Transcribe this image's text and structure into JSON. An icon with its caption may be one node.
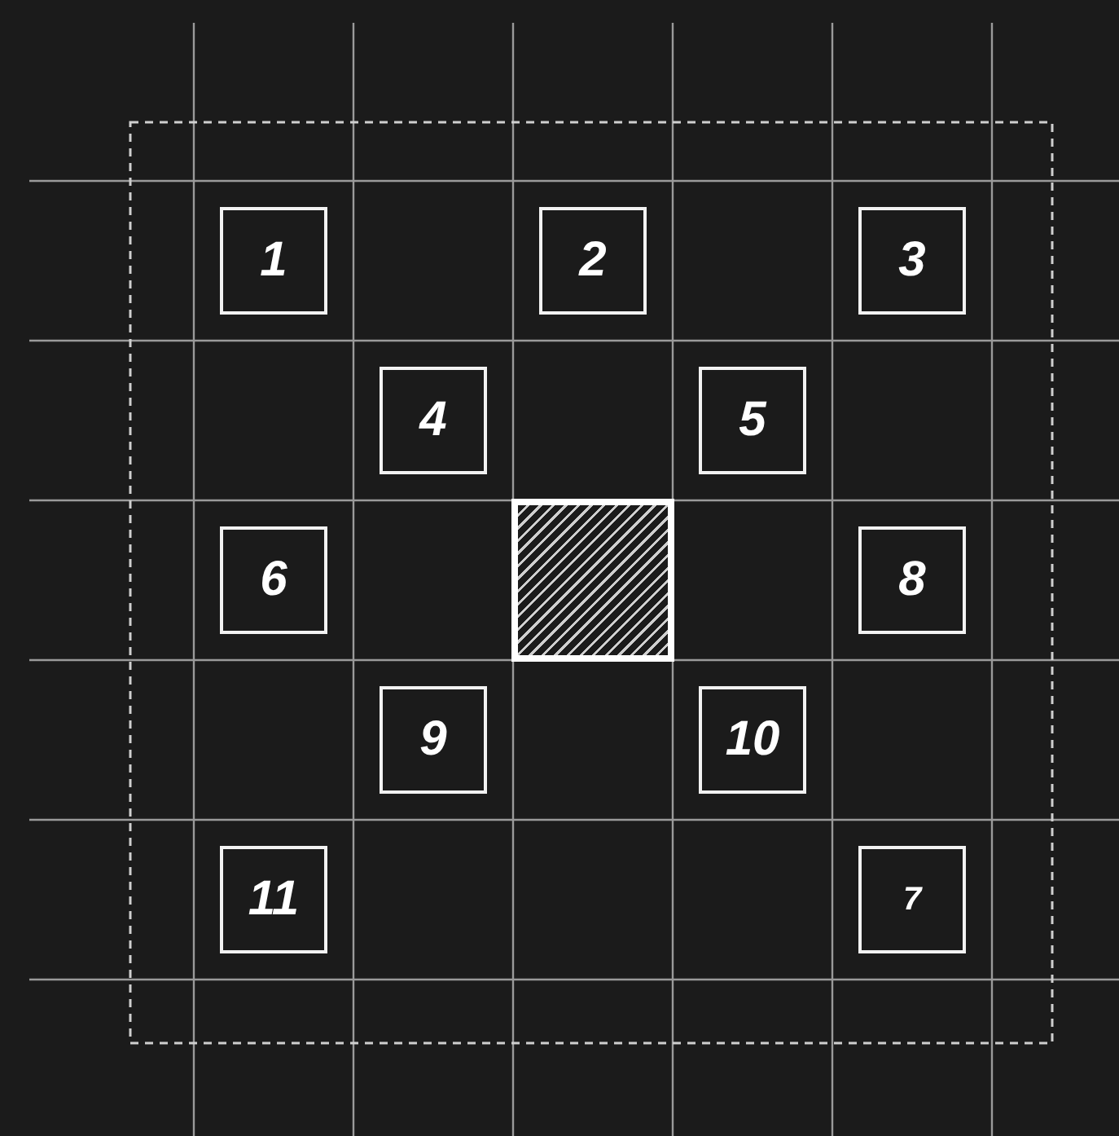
{
  "diagram": {
    "nodes": [
      {
        "text": [
          "1"
        ]
      },
      {
        "text": [
          "2"
        ]
      },
      {
        "text": [
          "3"
        ]
      },
      {
        "text": [
          "4"
        ]
      },
      {
        "text": [
          "5"
        ]
      },
      {
        "text": [
          "6"
        ]
      },
      {
        "text": [],
        "shape": "box"
      },
      {
        "text": [
          "8"
        ]
      },
      {
        "text": [
          "9"
        ]
      },
      {
        "text": [
          "10"
        ]
      },
      {
        "text": [
          "11"
        ]
      },
      {
        "text": [
          "7"
        ]
      }
    ]
  }
}
